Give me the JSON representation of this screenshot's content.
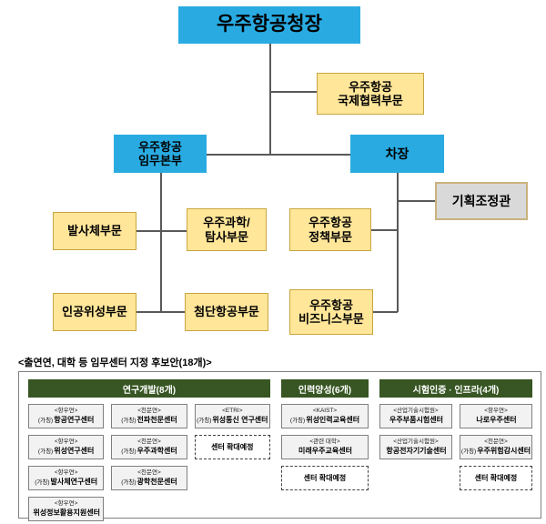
{
  "org_chart": {
    "chief": "우주항공청장",
    "intl_l1": "우주항공",
    "intl_l2": "국제협력부문",
    "hq_l1": "우주항공",
    "hq_l2": "임무본부",
    "deputy": "차장",
    "planning": "기획조정관",
    "launch": "발사체부문",
    "science_l1": "우주과학/",
    "science_l2": "탐사부문",
    "policy_l1": "우주항공",
    "policy_l2": "정책부문",
    "satellite": "인공위성부문",
    "aviation": "첨단항공부문",
    "business_l1": "우주항공",
    "business_l2": "비즈니스부문"
  },
  "candidates": {
    "title": "<출연연, 대학 등 임무센터 지정 후보안(18개)>",
    "rd": {
      "header": "연구개발(8개)",
      "boxes": [
        {
          "org": "<항우연>",
          "prefix": "(가칭)",
          "name": "항공연구센터"
        },
        {
          "org": "<천문연>",
          "prefix": "(가칭)",
          "name": "전파천문센터"
        },
        {
          "org": "<ETRI>",
          "prefix": "(가칭)",
          "name": "위성통신 연구센터"
        },
        {
          "org": "<항우연>",
          "prefix": "(가칭)",
          "name": "위성연구센터"
        },
        {
          "org": "<천문연>",
          "prefix": "(가칭)",
          "name": "우주과학센터"
        },
        {
          "org": "<항우연>",
          "prefix": "(가칭)",
          "name": "발사체연구센터"
        },
        {
          "org": "<천문연>",
          "prefix": "(가칭)",
          "name": "광학천문센터"
        },
        {
          "org": "<항우연>",
          "prefix": "",
          "name": "위성정보활용지원센터"
        }
      ],
      "expand": "센터 확대예정"
    },
    "hr": {
      "header": "인력양성(6개)",
      "boxes": [
        {
          "org": "<KAIST>",
          "prefix": "(가칭)",
          "name": "위성인력교육센터"
        },
        {
          "org": "<관련 대학>",
          "prefix": "",
          "name": "미래우주교육센터"
        }
      ],
      "expand": "센터 확대예정"
    },
    "test": {
      "header": "시험인증 · 인프라(4개)",
      "boxes": [
        {
          "org": "<산업기술시험원>",
          "prefix": "",
          "name": "우주부품시험센터"
        },
        {
          "org": "<항우연>",
          "prefix": "",
          "name": "나로우주센터"
        },
        {
          "org": "<산업기술시험원>",
          "prefix": "",
          "name": "항공전자기기술센터"
        },
        {
          "org": "<천문연>",
          "prefix": "(가칭)",
          "name": "우주위험감시센터"
        }
      ],
      "expand": "센터 확대예정"
    }
  },
  "colors": {
    "node_cyan": "#29abe2",
    "node_yellow_fill": "#ffe699",
    "node_yellow_border": "#c9a53f",
    "node_grey_fill": "#d9d9d9",
    "node_grey_border": "#c9b27c",
    "header_green": "#375623",
    "center_box_fill": "#f2f2f2",
    "line_grey": "#595959"
  }
}
